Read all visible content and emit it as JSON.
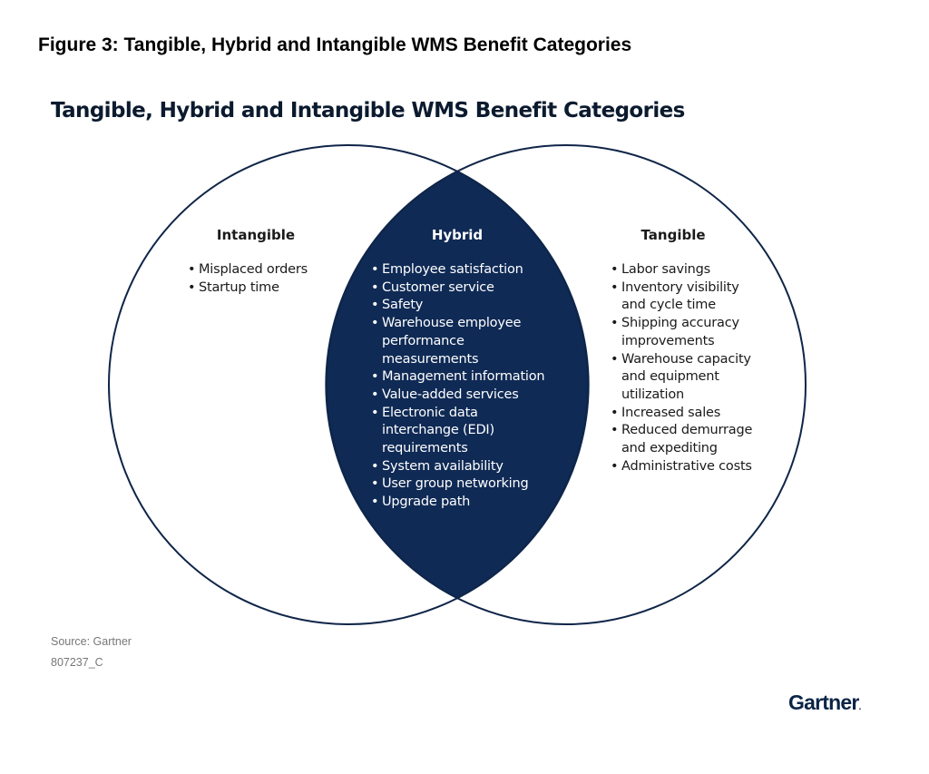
{
  "figure_title": "Figure 3: Tangible, Hybrid and Intangible WMS Benefit Categories",
  "chart_title": "Tangible, Hybrid and Intangible WMS Benefit Categories",
  "colors": {
    "circle_stroke": "#0f2548",
    "hybrid_fill": "#0f2a55"
  },
  "sets": [
    {
      "key": "intangible",
      "label": "Intangible",
      "items": [
        [
          "Misplaced orders"
        ],
        [
          "Startup time"
        ]
      ]
    },
    {
      "key": "hybrid",
      "label": "Hybrid",
      "items": [
        [
          "Employee satisfaction"
        ],
        [
          "Customer service"
        ],
        [
          "Safety"
        ],
        [
          "Warehouse employee",
          "performance",
          "measurements"
        ],
        [
          "Management information"
        ],
        [
          "Value-added services"
        ],
        [
          "Electronic data",
          "interchange (EDI)",
          "requirements"
        ],
        [
          "System availability"
        ],
        [
          "User group networking"
        ],
        [
          "Upgrade path"
        ]
      ]
    },
    {
      "key": "tangible",
      "label": "Tangible",
      "items": [
        [
          "Labor savings"
        ],
        [
          "Inventory visibility",
          "and cycle time"
        ],
        [
          "Shipping accuracy",
          "improvements"
        ],
        [
          "Warehouse capacity",
          "and equipment",
          "utilization"
        ],
        [
          "Increased sales"
        ],
        [
          "Reduced demurrage",
          "and expediting"
        ],
        [
          "Administrative costs"
        ]
      ]
    }
  ],
  "source": "Source: Gartner",
  "code": "807237_C",
  "logo": "Gartner"
}
